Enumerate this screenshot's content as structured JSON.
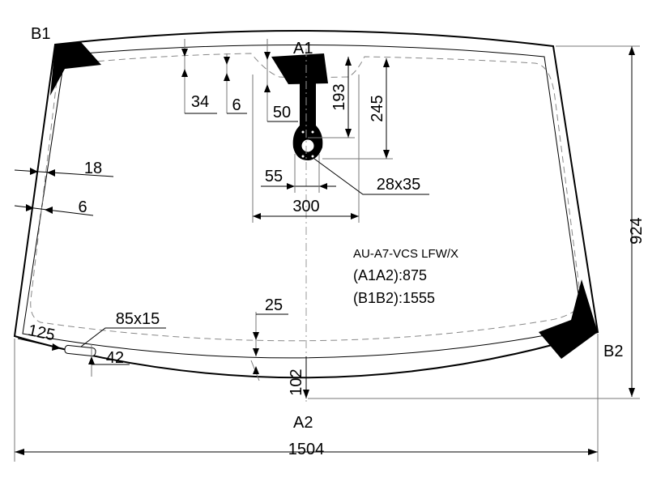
{
  "labels": {
    "b1": "B1",
    "a1": "A1",
    "a2": "A2",
    "b2": "B2"
  },
  "dimensions": {
    "d34": "34",
    "d6_top": "6",
    "d50": "50",
    "d193": "193",
    "d245": "245",
    "d18": "18",
    "d6_left": "6",
    "d55": "55",
    "d28x35": "28x35",
    "d300": "300",
    "d924": "924",
    "d25": "25",
    "d85x15": "85x15",
    "d125": "125",
    "d42": "42",
    "d102": "102",
    "d1504": "1504"
  },
  "info": {
    "code": "AU-A7-VCS LFW/X",
    "a1a2": "(A1A2):875",
    "b1b2": "(B1B2):1555"
  },
  "colors": {
    "line": "#000000",
    "dashed": "#888888",
    "background": "#ffffff"
  }
}
